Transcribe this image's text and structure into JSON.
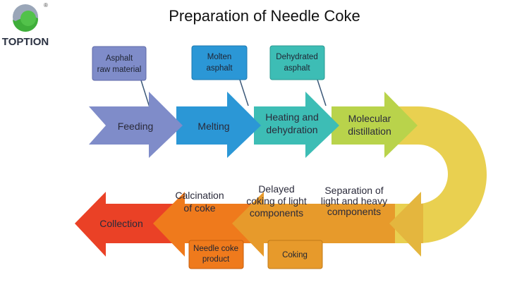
{
  "title": "Preparation of Needle Coke",
  "logo": {
    "text": "TOPTION",
    "mark": "®"
  },
  "colors": {
    "feeding": "#7f8cc9",
    "melting": "#2b97d6",
    "heating": "#3dbdb5",
    "molecular": "#b9d34b",
    "bend": "#e9d050",
    "separation": "#e4b63e",
    "delayed": "#e79a2b",
    "calcination": "#ef7a1c",
    "collection": "#ea4126"
  },
  "steps": {
    "feeding": [
      "Feeding"
    ],
    "melting": [
      "Melting"
    ],
    "heating": [
      "Heating and",
      "dehydration"
    ],
    "molecular": [
      "Molecular",
      "distillation"
    ],
    "separation": [
      "Separation of",
      "light and heavy",
      "components"
    ],
    "delayed": [
      "Delayed",
      "coking of light",
      "components"
    ],
    "calcination": [
      "Calcination",
      "of coke"
    ],
    "collection": [
      "Collection"
    ]
  },
  "callouts": {
    "asphalt": [
      "Asphalt",
      "raw material"
    ],
    "molten": [
      "Molten",
      "asphalt"
    ],
    "dehydrated": [
      "Dehydrated",
      "asphalt"
    ],
    "needle": [
      "Needle coke",
      "product"
    ],
    "coking": [
      "Coking"
    ]
  }
}
